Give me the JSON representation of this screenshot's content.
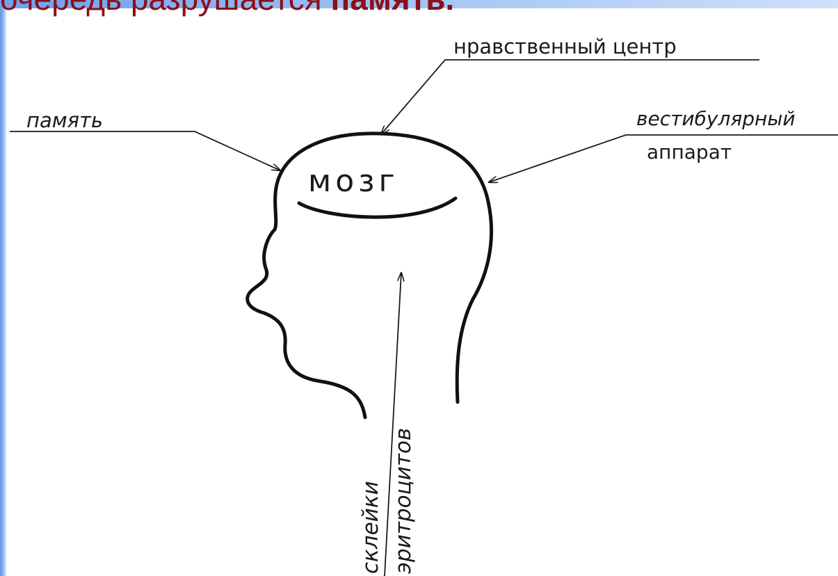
{
  "title": {
    "lead": "очередь разрушается ",
    "emphasis": "память."
  },
  "diagram": {
    "center": "мозг",
    "labels": {
      "memory": "память",
      "moral_center": "нравственный центр",
      "vestibular_line1": "вестибулярный",
      "vestibular_line2": "аппарат",
      "clumps_line1": "склейки",
      "clumps_line2": "эритроцитов"
    }
  }
}
